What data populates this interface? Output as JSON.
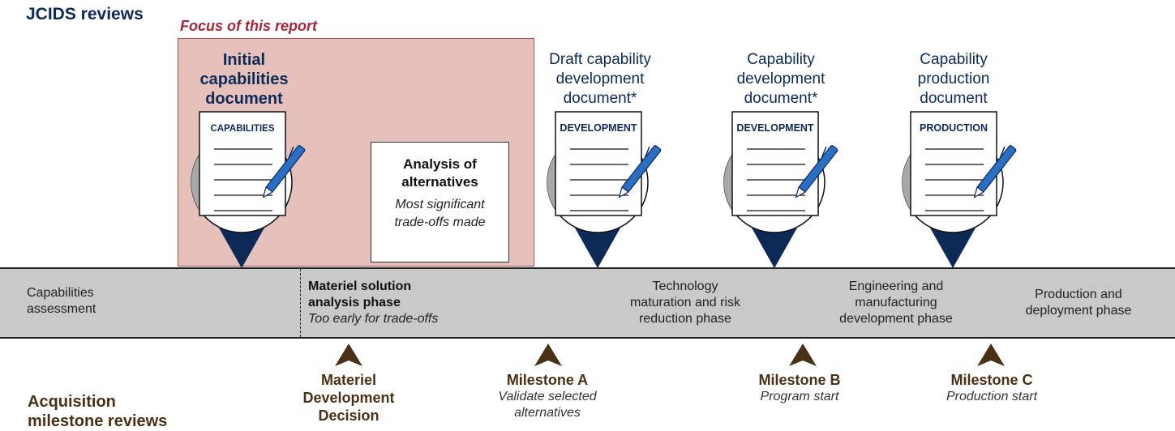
{
  "jcids_title": "JCIDS reviews",
  "focus_label": "Focus of this report",
  "documents": [
    {
      "title": [
        "Initial",
        "capabilities",
        "document"
      ],
      "tag": "CAPABILITIES",
      "bold": true
    },
    {
      "title": [
        "Draft capability",
        "development",
        "document*"
      ],
      "tag": "DEVELOPMENT",
      "bold": false
    },
    {
      "title": [
        "Capability",
        "development",
        "document*"
      ],
      "tag": "DEVELOPMENT",
      "bold": false
    },
    {
      "title": [
        "Capability",
        "production",
        "document"
      ],
      "tag": "PRODUCTION",
      "bold": false
    }
  ],
  "aoa": {
    "title": [
      "Analysis of",
      "alternatives"
    ],
    "subtitle": [
      "Most significant",
      "trade-offs made"
    ]
  },
  "phases": {
    "capabilities_assessment": [
      "Capabilities",
      "assessment"
    ],
    "materiel": {
      "title": [
        "Materiel solution",
        "analysis phase"
      ],
      "note": "Too early for trade-offs"
    },
    "tmrr": [
      "Technology",
      "maturation and risk",
      "reduction phase"
    ],
    "emd": [
      "Engineering and",
      "manufacturing",
      "development phase"
    ],
    "pd": [
      "Production and",
      "deployment phase"
    ]
  },
  "milestones": [
    {
      "title": [
        "Materiel",
        "Development",
        "Decision"
      ],
      "sub": []
    },
    {
      "title": [
        "Milestone A"
      ],
      "sub": [
        "Validate selected",
        "alternatives"
      ]
    },
    {
      "title": [
        "Milestone B"
      ],
      "sub": [
        "Program start"
      ]
    },
    {
      "title": [
        "Milestone C"
      ],
      "sub": [
        "Production start"
      ]
    }
  ],
  "acquisition_title": [
    "Acquisition",
    "milestone reviews"
  ],
  "colors": {
    "navy": "#0d2a57",
    "brown": "#4a3116",
    "focus_fill": "#e6c1bb",
    "focus_text": "#a32639",
    "band": "#c9c9c9",
    "pen": "#2a6fc4"
  },
  "icons": [
    "document-pin-icon",
    "pen-icon",
    "milestone-arrow-icon"
  ]
}
